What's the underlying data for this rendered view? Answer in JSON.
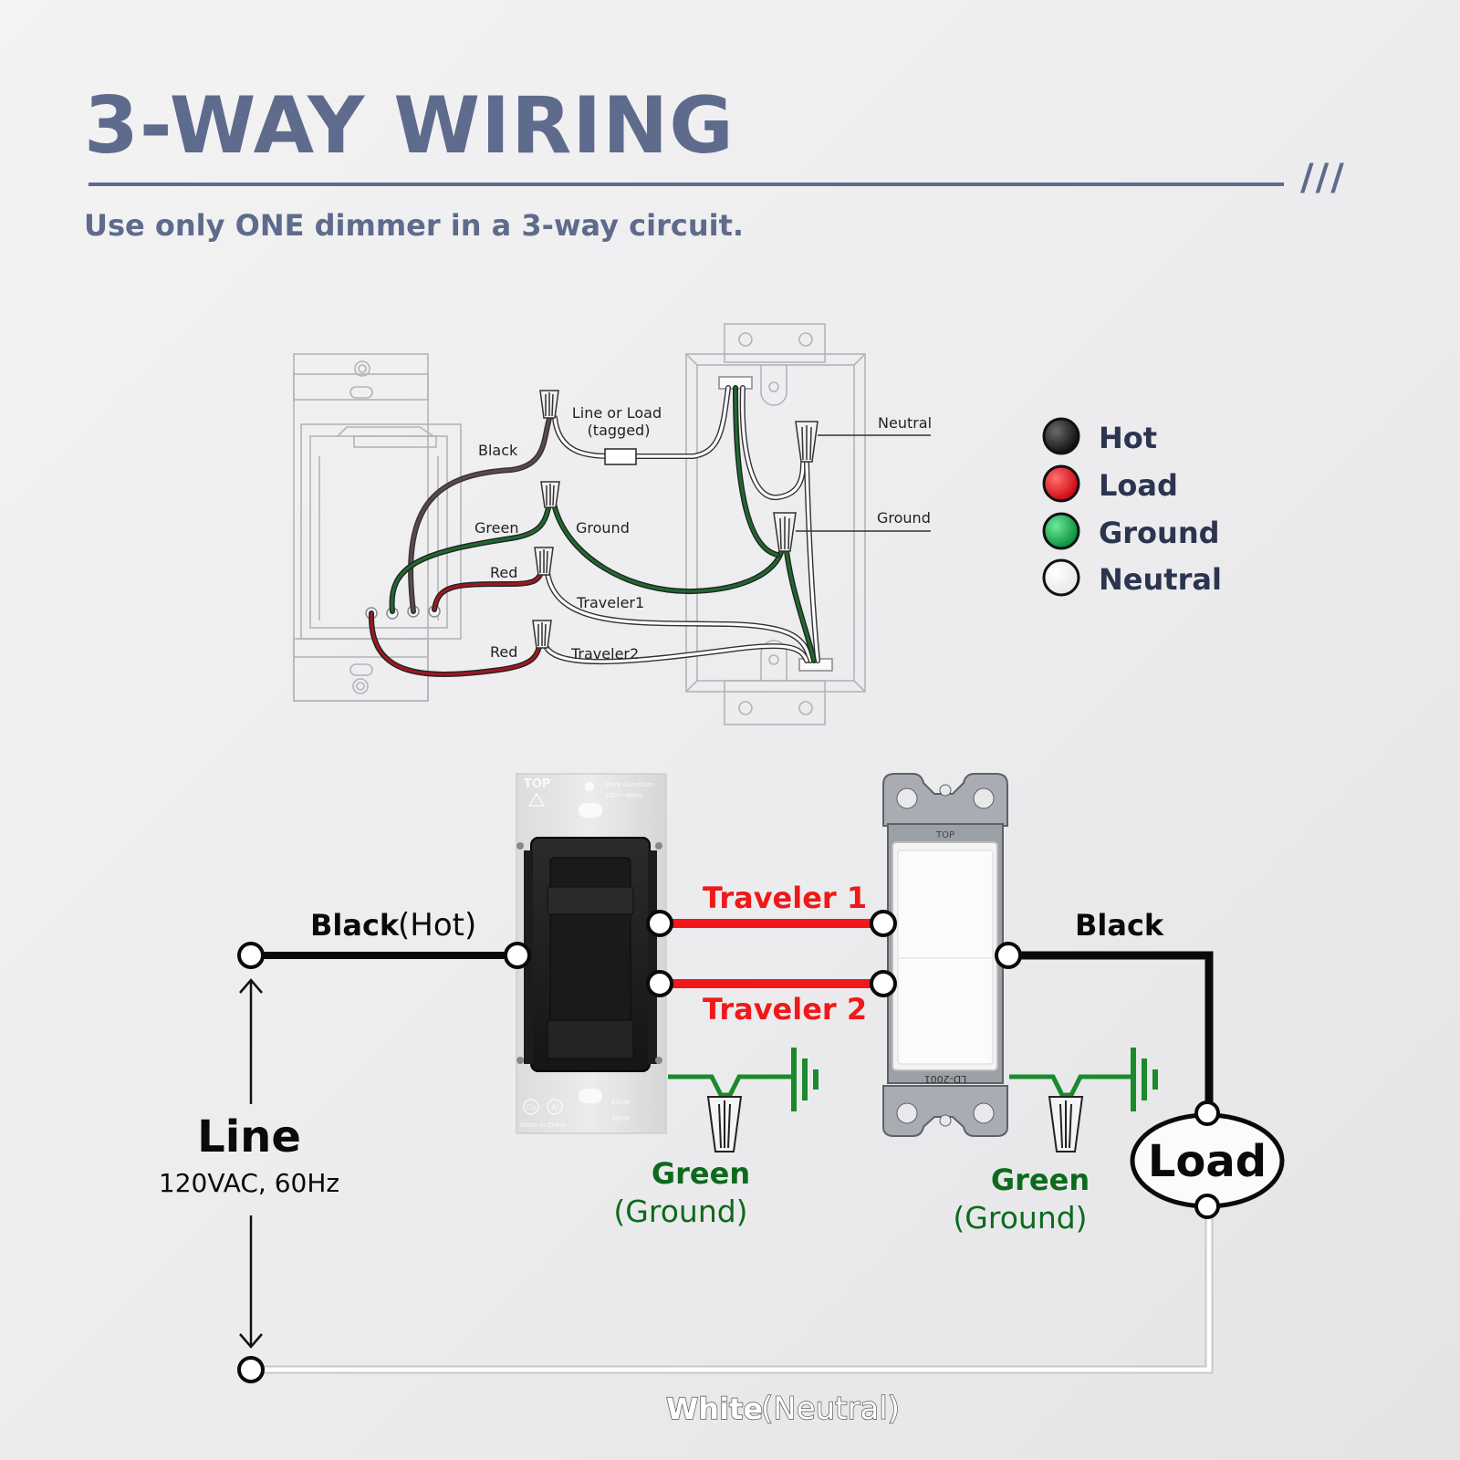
{
  "header": {
    "title": "3-WAY WIRING",
    "slashes": "///",
    "subtitle": "Use only ONE dimmer in a 3-way circuit."
  },
  "top_diagram": {
    "labels": {
      "black": "Black",
      "line_or_load_1": "Line or Load",
      "line_or_load_2": "(tagged)",
      "green": "Green",
      "ground": "Ground",
      "red_1": "Red",
      "traveler1": "Traveler1",
      "red_2": "Red",
      "traveler2": "Traveler2",
      "neutral_right": "Neutral",
      "ground_right": "Ground"
    }
  },
  "legend": [
    {
      "label": "Hot",
      "color": "#1a1a1a"
    },
    {
      "label": "Load",
      "color": "#e0101a"
    },
    {
      "label": "Ground",
      "color": "#18b04a"
    },
    {
      "label": "Neutral",
      "color": "#ffffff"
    }
  ],
  "dimmer_plate": {
    "top_text": "TOP",
    "work_condition_1": "Work Condition",
    "work_condition_2": "120V~60Hz",
    "rating_1": "600W",
    "rating_2": "300W",
    "cu_mark": "Cu",
    "al_mark": "Al",
    "made_in": "Made in China"
  },
  "switch_plate": {
    "top_text": "TOP",
    "model": "LD-2001"
  },
  "schematic": {
    "black_hot_bold": "Black",
    "black_hot_paren": "(Hot)",
    "traveler1": "Traveler 1",
    "traveler2": "Traveler 2",
    "black_right": "Black",
    "line_title": "Line",
    "line_spec": "120VAC, 60Hz",
    "green_left_bold": "Green",
    "green_left_paren": "(Ground)",
    "green_right_bold": "Green",
    "green_right_paren": "(Ground)",
    "load": "Load",
    "white_neutral_bold": "White",
    "white_neutral_paren": "(Neutral)"
  },
  "colors": {
    "accent": "#5f6b8c",
    "traveler_red": "#f01818",
    "ground_green": "#1a8a2c",
    "label_green": "#0d6a1c",
    "hot_black": "#0a0a0a"
  }
}
